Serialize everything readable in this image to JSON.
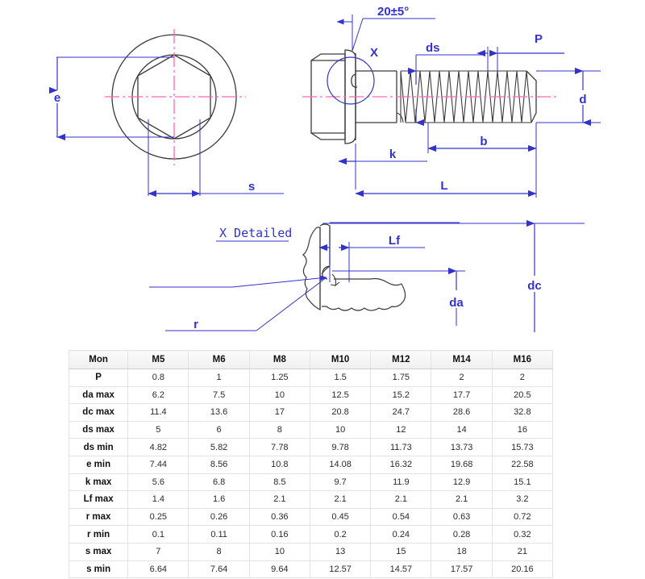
{
  "drawing": {
    "front_view": {
      "dim_e": "e",
      "dim_s": "s"
    },
    "side_view": {
      "angle_note": "20±5°",
      "detail_marker": "X",
      "dim_ds": "ds",
      "dim_P": "P",
      "dim_d": "d",
      "dim_b": "b",
      "dim_k": "k",
      "dim_L": "L"
    },
    "detail_view": {
      "title": "X Detailed",
      "dim_Lf": "Lf",
      "dim_da": "da",
      "dim_dc": "dc",
      "dim_r": "r"
    },
    "colors": {
      "dimension": "#3333cc",
      "centerline": "#ff66b2",
      "outline": "#3a3a3a"
    }
  },
  "table": {
    "columns": [
      "Mon",
      "M5",
      "M6",
      "M8",
      "M10",
      "M12",
      "M14",
      "M16"
    ],
    "rows": [
      {
        "label": "P",
        "values": [
          "0.8",
          "1",
          "1.25",
          "1.5",
          "1.75",
          "2",
          "2"
        ]
      },
      {
        "label": "da max",
        "values": [
          "6.2",
          "7.5",
          "10",
          "12.5",
          "15.2",
          "17.7",
          "20.5"
        ]
      },
      {
        "label": "dc max",
        "values": [
          "11.4",
          "13.6",
          "17",
          "20.8",
          "24.7",
          "28.6",
          "32.8"
        ]
      },
      {
        "label": "ds max",
        "values": [
          "5",
          "6",
          "8",
          "10",
          "12",
          "14",
          "16"
        ]
      },
      {
        "label": "ds min",
        "values": [
          "4.82",
          "5.82",
          "7.78",
          "9.78",
          "11.73",
          "13.73",
          "15.73"
        ]
      },
      {
        "label": "e min",
        "values": [
          "7.44",
          "8.56",
          "10.8",
          "14.08",
          "16.32",
          "19.68",
          "22.58"
        ]
      },
      {
        "label": "k max",
        "values": [
          "5.6",
          "6.8",
          "8.5",
          "9.7",
          "11.9",
          "12.9",
          "15.1"
        ]
      },
      {
        "label": "Lf max",
        "values": [
          "1.4",
          "1.6",
          "2.1",
          "2.1",
          "2.1",
          "2.1",
          "3.2"
        ]
      },
      {
        "label": "r max",
        "values": [
          "0.25",
          "0.26",
          "0.36",
          "0.45",
          "0.54",
          "0.63",
          "0.72"
        ]
      },
      {
        "label": "r min",
        "values": [
          "0.1",
          "0.11",
          "0.16",
          "0.2",
          "0.24",
          "0.28",
          "0.32"
        ]
      },
      {
        "label": "s max",
        "values": [
          "7",
          "8",
          "10",
          "13",
          "15",
          "18",
          "21"
        ]
      },
      {
        "label": "s min",
        "values": [
          "6.64",
          "7.64",
          "9.64",
          "12.57",
          "14.57",
          "17.57",
          "20.16"
        ]
      }
    ]
  }
}
